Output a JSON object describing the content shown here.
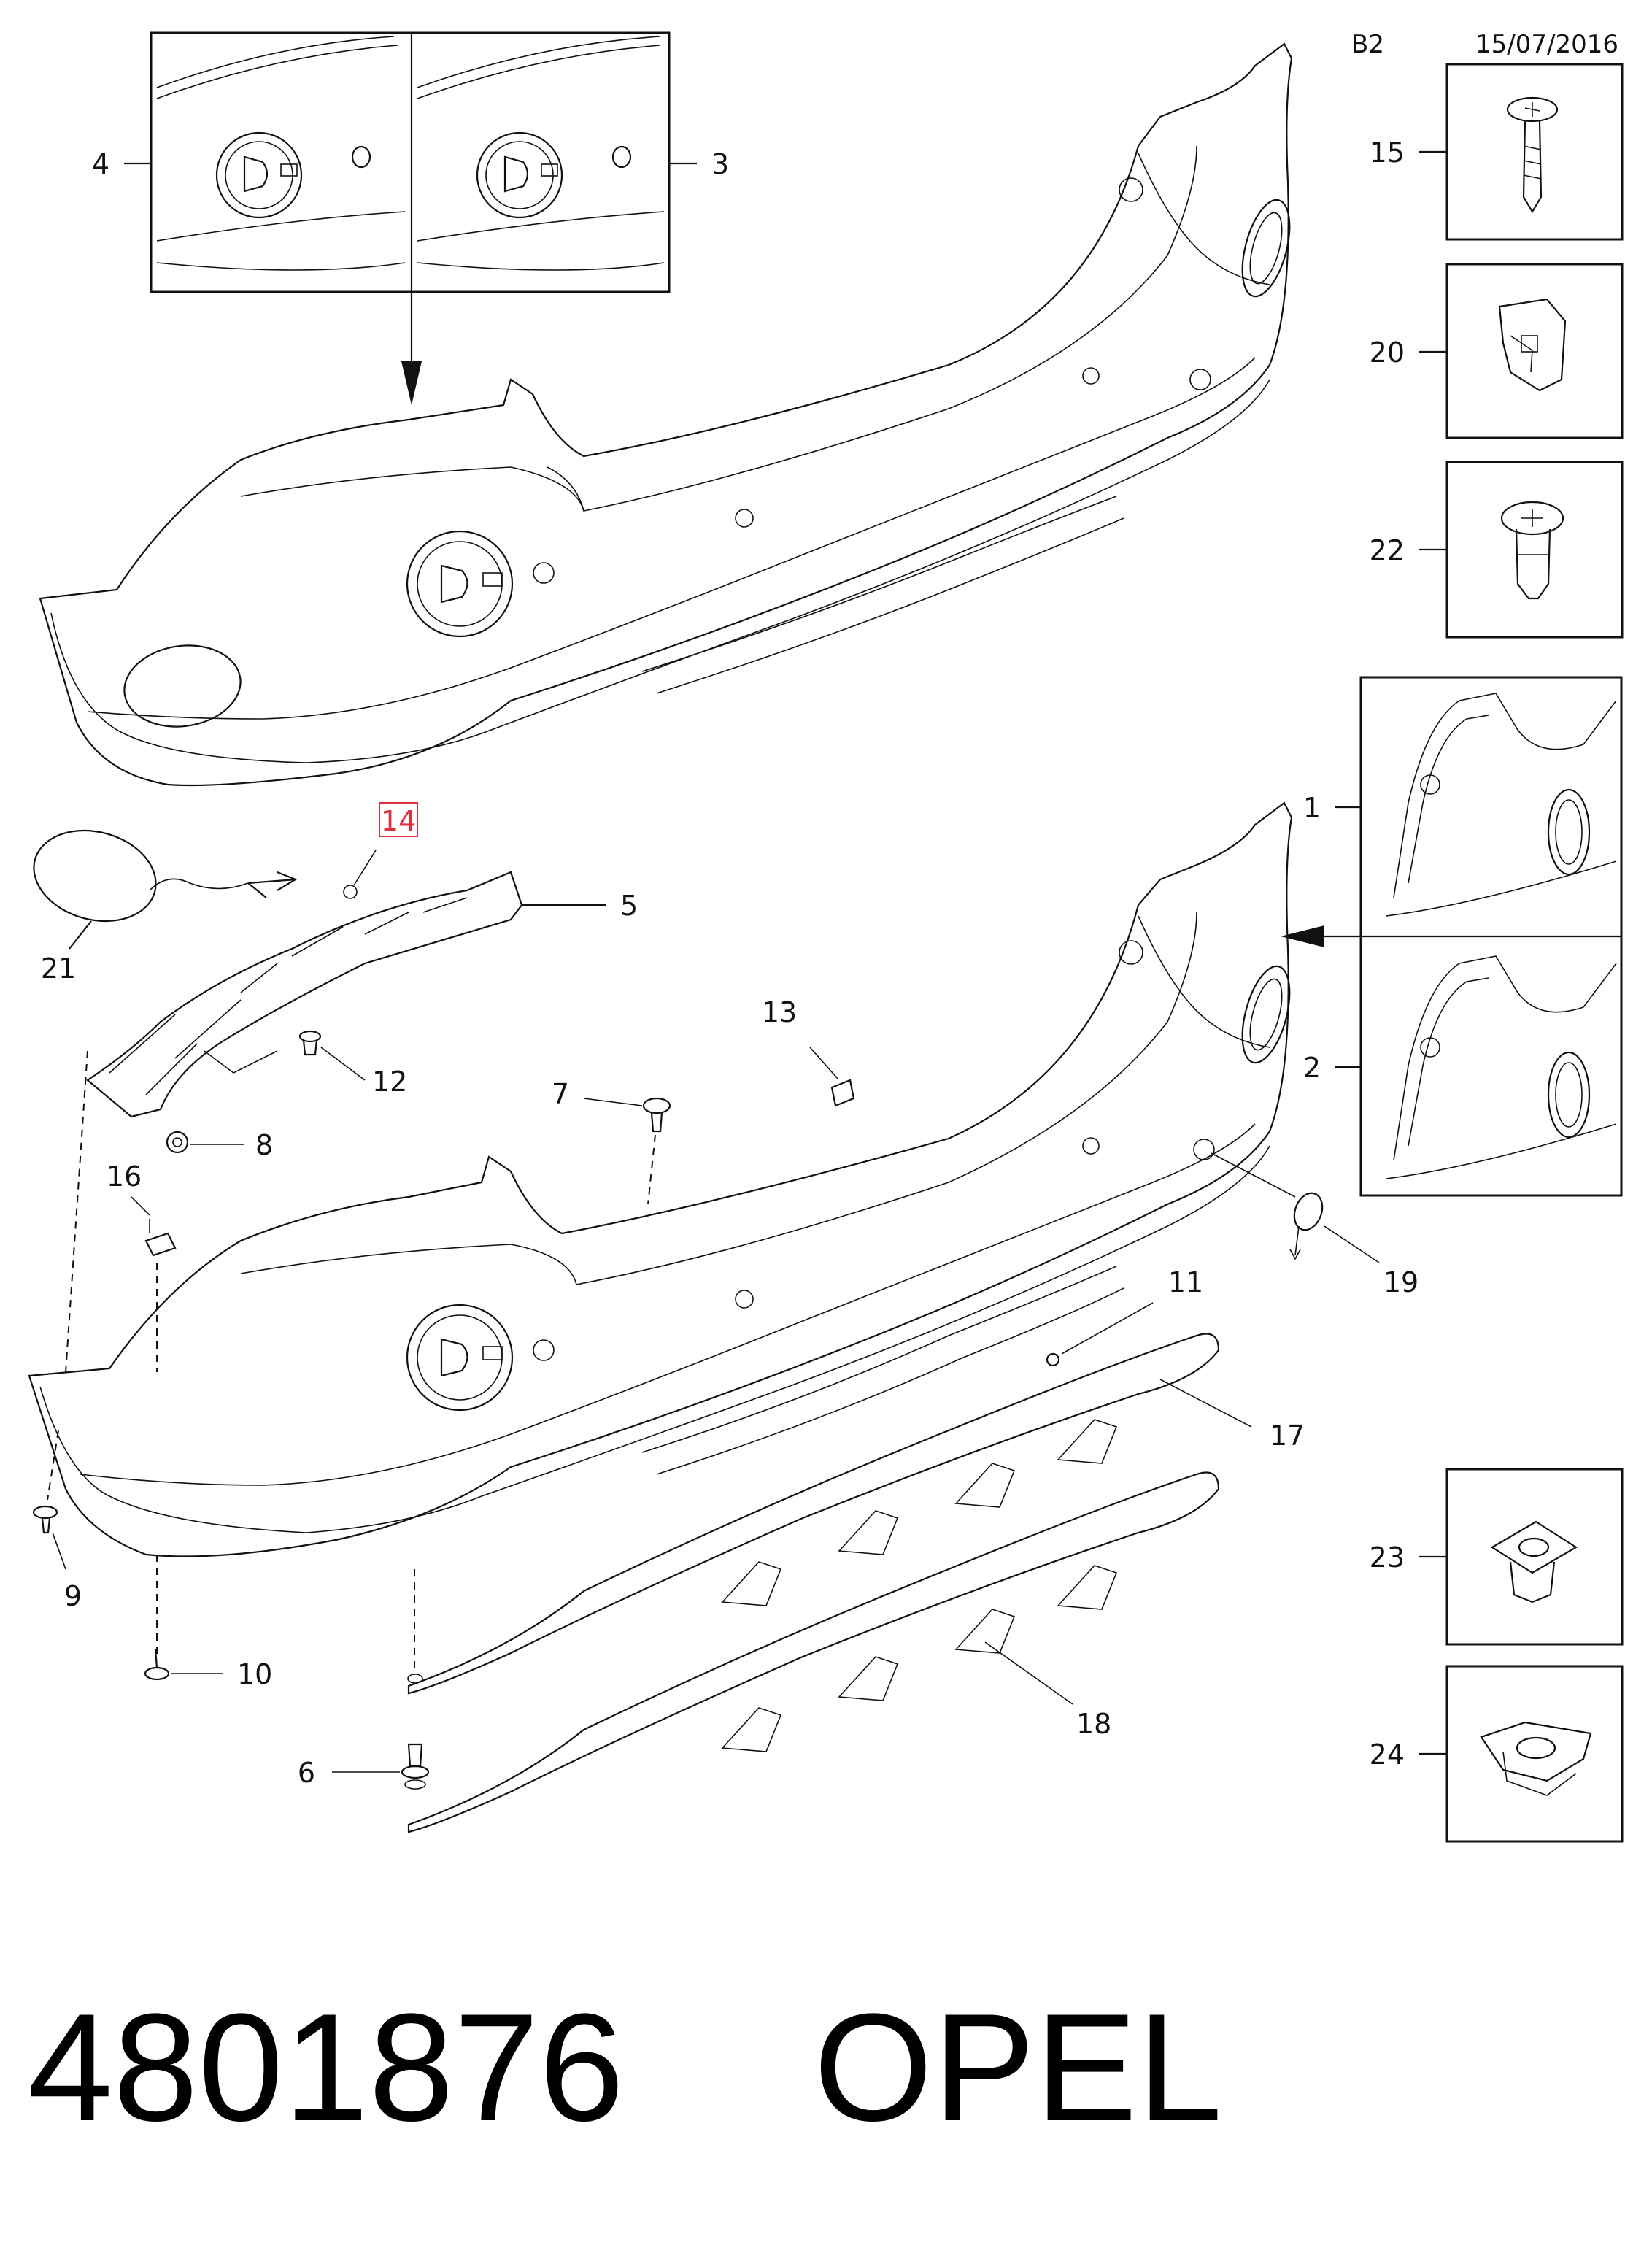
{
  "header": {
    "code": "B2",
    "date": "15/07/2016"
  },
  "callouts": {
    "c1": "1",
    "c2": "2",
    "c3": "3",
    "c4": "4",
    "c5": "5",
    "c6": "6",
    "c7": "7",
    "c8": "8",
    "c9": "9",
    "c10": "10",
    "c11": "11",
    "c12": "12",
    "c13": "13",
    "c14": "14",
    "c15": "15",
    "c16": "16",
    "c17": "17",
    "c18": "18",
    "c19": "19",
    "c20": "20",
    "c21": "21",
    "c22": "22",
    "c23": "23",
    "c24": "24"
  },
  "footer": {
    "part_number": "4801876",
    "brand": "OPEL"
  },
  "highlight_color": "#e03040"
}
